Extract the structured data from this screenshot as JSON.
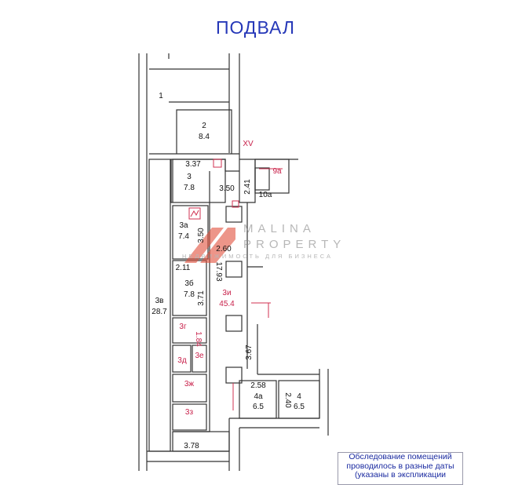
{
  "title": "ПОДВАЛ",
  "rooms": {
    "r1": {
      "num": "1"
    },
    "r2": {
      "num": "2",
      "area": "8.4"
    },
    "r3": {
      "num": "3",
      "area": "7.8"
    },
    "r3a": {
      "num": "3а",
      "area": "7.4"
    },
    "r3b": {
      "num": "3б",
      "area": "7.8"
    },
    "r3v": {
      "num": "3в",
      "area": "28.7"
    },
    "r3g": {
      "num": "3г"
    },
    "r3d": {
      "num": "3д"
    },
    "r3e": {
      "num": "3е"
    },
    "r3zh": {
      "num": "3ж"
    },
    "r3z": {
      "num": "3з"
    },
    "r3i": {
      "num": "3и",
      "area": "45.4"
    },
    "r4a": {
      "num": "4а",
      "area": "6.5"
    },
    "r4": {
      "num": "4",
      "area": "6.5"
    },
    "r9a": {
      "num": "9а"
    },
    "r10a": {
      "num": "10а"
    },
    "axis": "XV"
  },
  "dimensions": [
    "3.37",
    "3.50",
    "2.41",
    "3.50",
    "2.60",
    "2.11",
    "17.93",
    "3.71",
    "1.84",
    "3.67",
    "2.58",
    "2.40",
    "3.78"
  ],
  "watermark": {
    "brand_line1": "MALINA",
    "brand_line2": "PROPERTY",
    "tagline": "НЕДВИЖИМОСТЬ ДЛЯ БИЗНЕСА"
  },
  "note": "Обследование помещений проводилось в разные даты (указаны в экспликации"
}
